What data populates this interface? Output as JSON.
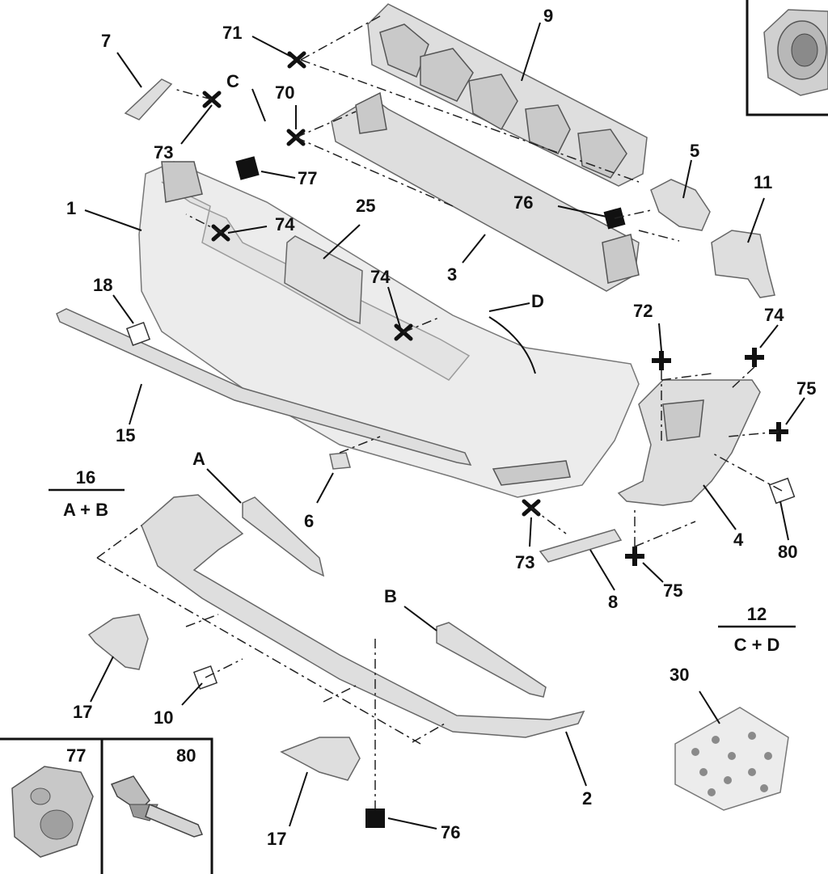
{
  "labels": {
    "p1": "1",
    "p2": "2",
    "p3": "3",
    "p4": "4",
    "p5": "5",
    "p6": "6",
    "p7": "7",
    "p8": "8",
    "p9": "9",
    "p10": "10",
    "p11": "11",
    "p15": "15",
    "p17a": "17",
    "p17b": "17",
    "p18": "18",
    "p25": "25",
    "p30": "30",
    "p70": "70",
    "p71": "71",
    "p72": "72",
    "p73a": "73",
    "p73b": "73",
    "p74a": "74",
    "p74b": "74",
    "p74c": "74",
    "p75a": "75",
    "p75b": "75",
    "p76a": "76",
    "p76b": "76",
    "p77": "77",
    "p80": "80",
    "pA": "A",
    "pB": "B",
    "pC": "C",
    "pD": "D"
  },
  "fractions": {
    "f16": {
      "top": "16",
      "bottom": "A + B"
    },
    "f12": {
      "top": "12",
      "bottom": "C + D"
    }
  },
  "insets": {
    "box77": "77",
    "box80": "80"
  }
}
